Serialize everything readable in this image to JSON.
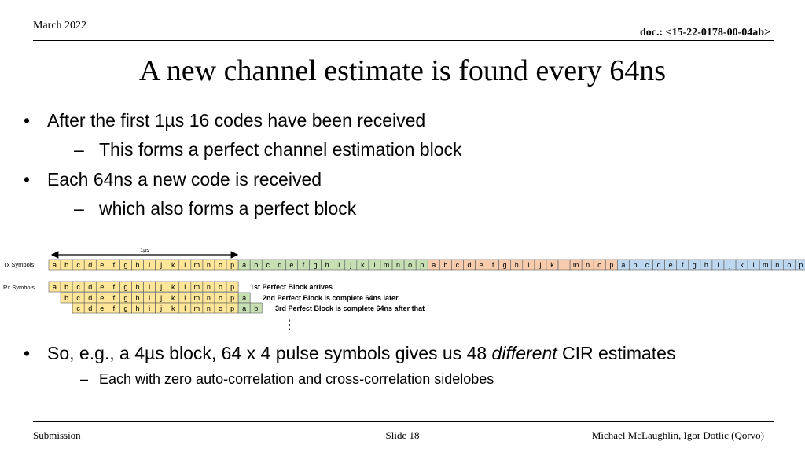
{
  "header": {
    "date": "March 2022",
    "doc": "doc.: <15-22-0178-00-04ab>"
  },
  "title": "A new channel estimate is found every 64ns",
  "bullets": {
    "b1": "After the first 1µs 16 codes have been received",
    "b1_sub": "This forms a perfect channel estimation block",
    "b2": "Each 64ns a new code is received",
    "b2_sub": "which also forms a perfect block",
    "b3_pre": "So, e.g., a 4µs block, 64 x 4 pulse symbols gives us 48 ",
    "b3_em": "different",
    "b3_post": " CIR estimates",
    "b3_sub": "Each with zero auto-correlation and cross-correlation sidelobes"
  },
  "diagram": {
    "span_label": "1µs",
    "tx_label": "Tx Symbols",
    "rx_label": "Rx Symbols",
    "codes": [
      "a",
      "b",
      "c",
      "d",
      "e",
      "f",
      "g",
      "h",
      "i",
      "j",
      "k",
      "l",
      "m",
      "n",
      "o",
      "p"
    ],
    "tx_repeats": 4,
    "block_notes": [
      "1st Perfect Block arrives",
      "2nd Perfect Block is complete 64ns later",
      "3rd Perfect Block is complete 64ns after that"
    ],
    "ellipsis": "⋮",
    "colors": {
      "c1": "#FFE699",
      "c2": "#C6E0B4",
      "c3": "#F8CBAD",
      "c4": "#BDD7EE",
      "stroke": "#5a5a5a"
    }
  },
  "footer": {
    "left": "Submission",
    "center": "Slide 18",
    "right": "Michael McLaughlin, Igor Dotlic (Qorvo)"
  }
}
